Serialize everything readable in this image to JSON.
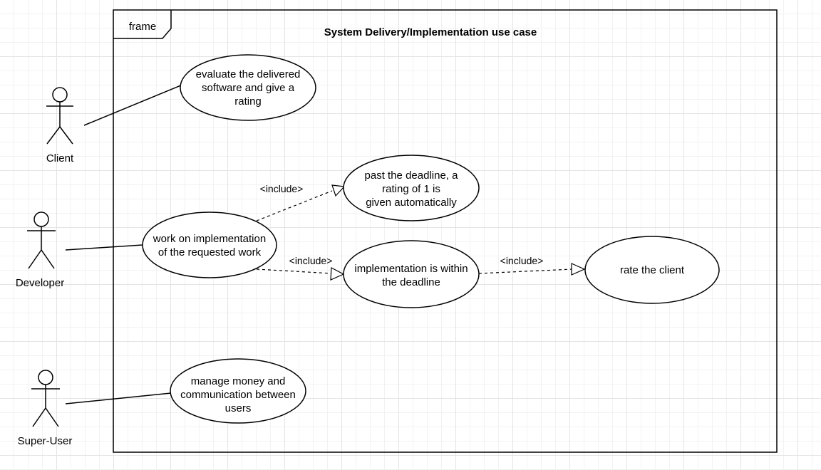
{
  "frame": {
    "tab_label": "frame",
    "title": "System Delivery/Implementation use case"
  },
  "actors": [
    {
      "id": "client",
      "name": "Client"
    },
    {
      "id": "developer",
      "name": "Developer"
    },
    {
      "id": "super-user",
      "name": "Super-User"
    }
  ],
  "use_cases": [
    {
      "id": "evaluate",
      "lines": [
        "evaluate the delivered",
        "software and give a",
        "rating"
      ]
    },
    {
      "id": "past-deadline",
      "lines": [
        "past the deadline, a",
        "rating of 1 is",
        "given automatically"
      ]
    },
    {
      "id": "work",
      "lines": [
        "work on implementation",
        "of the requested work"
      ]
    },
    {
      "id": "within-deadline",
      "lines": [
        "implementation is within",
        "the deadline"
      ]
    },
    {
      "id": "rate-client",
      "lines": [
        "rate the client"
      ]
    },
    {
      "id": "manage",
      "lines": [
        "manage money and",
        "communication between",
        "users"
      ]
    }
  ],
  "relations": [
    {
      "type": "association",
      "from": "client",
      "to": "evaluate"
    },
    {
      "type": "association",
      "from": "developer",
      "to": "work"
    },
    {
      "type": "association",
      "from": "super-user",
      "to": "manage"
    },
    {
      "type": "include",
      "from": "work",
      "to": "past-deadline",
      "label": "<include>"
    },
    {
      "type": "include",
      "from": "work",
      "to": "within-deadline",
      "label": "<include>"
    },
    {
      "type": "include",
      "from": "within-deadline",
      "to": "rate-client",
      "label": "<include>"
    }
  ]
}
